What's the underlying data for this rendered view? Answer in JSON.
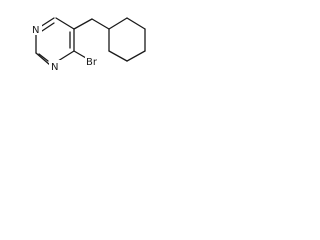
{
  "molecule": {
    "atoms": {
      "n1": "N",
      "n3": "N",
      "br": "Br"
    },
    "colors": {
      "bond": "#1a1a1a",
      "background": "#ffffff"
    }
  }
}
